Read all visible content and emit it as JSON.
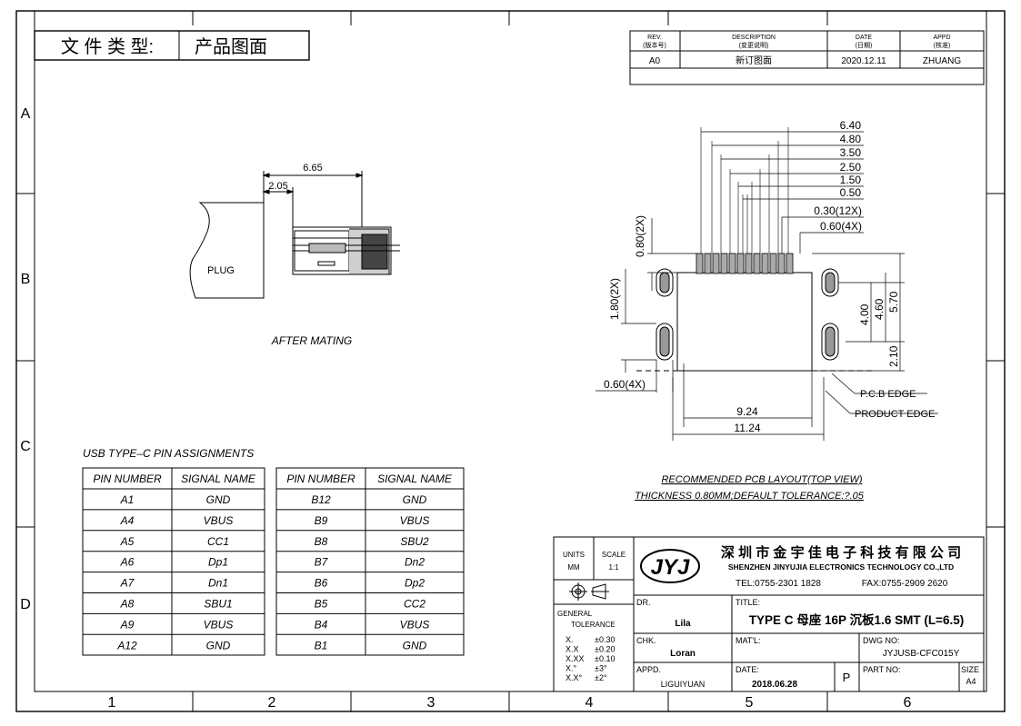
{
  "frame": {
    "col_numbers": [
      "1",
      "2",
      "3",
      "4",
      "5",
      "6"
    ],
    "row_letters": [
      "A",
      "B",
      "C",
      "D"
    ]
  },
  "doc_type": {
    "label": "文 件 类 型:",
    "value": "产品图面"
  },
  "revision": {
    "headers": {
      "rev": "REV.",
      "rev_cn": "(版本号)",
      "desc": "DESCRIPTION",
      "desc_cn": "(变更说明)",
      "date": "DATE",
      "date_cn": "(日期)",
      "appd": "APPD",
      "appd_cn": "(核准)"
    },
    "row": {
      "rev": "A0",
      "desc": "新订图面",
      "date": "2020.12.11",
      "appd": "ZHUANG"
    }
  },
  "mating": {
    "dim_total": "6.65",
    "dim_offset": "2.05",
    "plug_label": "PLUG",
    "caption": "AFTER MATING"
  },
  "layout": {
    "top_dims": [
      "6.40",
      "4.80",
      "3.50",
      "2.50",
      "1.50",
      "0.50",
      "0.30(12X)",
      "0.60(4X)"
    ],
    "left_dims": {
      "pad_h": "0.80(2X)",
      "slot_h": "1.80(2X)",
      "slot_w": "0.60(4X)"
    },
    "right_dims": [
      "4.00",
      "4.60",
      "5.70",
      "2.10"
    ],
    "bottom_dims": [
      "9.24",
      "11.24"
    ],
    "labels": {
      "pcb_edge": "P.C.B EDGE",
      "product_edge": "PRODUCT EDGE"
    },
    "caption1": "RECOMMENDED PCB LAYOUT(TOP VIEW)",
    "caption2": "THICKNESS 0.80MM;DEFAULT TOLERANCE:?.05"
  },
  "pins": {
    "title": "USB TYPE–C PIN ASSIGNMENTS",
    "header": {
      "num": "PIN NUMBER",
      "sig": "SIGNAL NAME"
    },
    "left": [
      {
        "num": "A1",
        "sig": "GND"
      },
      {
        "num": "A4",
        "sig": "VBUS"
      },
      {
        "num": "A5",
        "sig": "CC1"
      },
      {
        "num": "A6",
        "sig": "Dp1"
      },
      {
        "num": "A7",
        "sig": "Dn1"
      },
      {
        "num": "A8",
        "sig": "SBU1"
      },
      {
        "num": "A9",
        "sig": "VBUS"
      },
      {
        "num": "A12",
        "sig": "GND"
      }
    ],
    "right": [
      {
        "num": "B12",
        "sig": "GND"
      },
      {
        "num": "B9",
        "sig": "VBUS"
      },
      {
        "num": "B8",
        "sig": "SBU2"
      },
      {
        "num": "B7",
        "sig": "Dn2"
      },
      {
        "num": "B6",
        "sig": "Dp2"
      },
      {
        "num": "B5",
        "sig": "CC2"
      },
      {
        "num": "B4",
        "sig": "VBUS"
      },
      {
        "num": "B1",
        "sig": "GND"
      }
    ]
  },
  "title_block": {
    "units_label": "UNITS",
    "units_value": "MM",
    "scale_label": "SCALE",
    "scale_value": "1:1",
    "tol_label1": "GENERAL",
    "tol_label2": "TOLERANCE",
    "tolerances": [
      [
        "X.",
        "±0.30"
      ],
      [
        "X.X",
        "±0.20"
      ],
      [
        "X.XX",
        "±0.10"
      ],
      [
        "X.°",
        "±3°"
      ],
      [
        "X.X°",
        "±2°"
      ]
    ],
    "company_cn": "深 圳 市 金 宇 佳 电 子 科 技 有 限 公 司",
    "company_en": "SHENZHEN JINYUJIA ELECTRONICS TECHNOLOGY CO.,LTD",
    "tel": "TEL:0755-2301 1828",
    "fax": "FAX:0755-2909 2620",
    "dr_label": "DR.",
    "dr_value": "Lila",
    "title_label": "TITLE:",
    "title_value": "TYPE C 母座 16P 沉板1.6 SMT (L=6.5)",
    "chk_label": "CHK.",
    "chk_value": "Loran",
    "mat_label": "MAT'L:",
    "dwg_label": "DWG NO:",
    "dwg_value": "JYJUSB-CFC015Y",
    "appd_label": "APPD.",
    "appd_value": "LIGUIYUAN",
    "date_label": "DATE:",
    "date_value": "2018.06.28",
    "p_value": "P",
    "part_label": "PART NO:",
    "size_label": "SIZE",
    "size_value": "A4"
  }
}
